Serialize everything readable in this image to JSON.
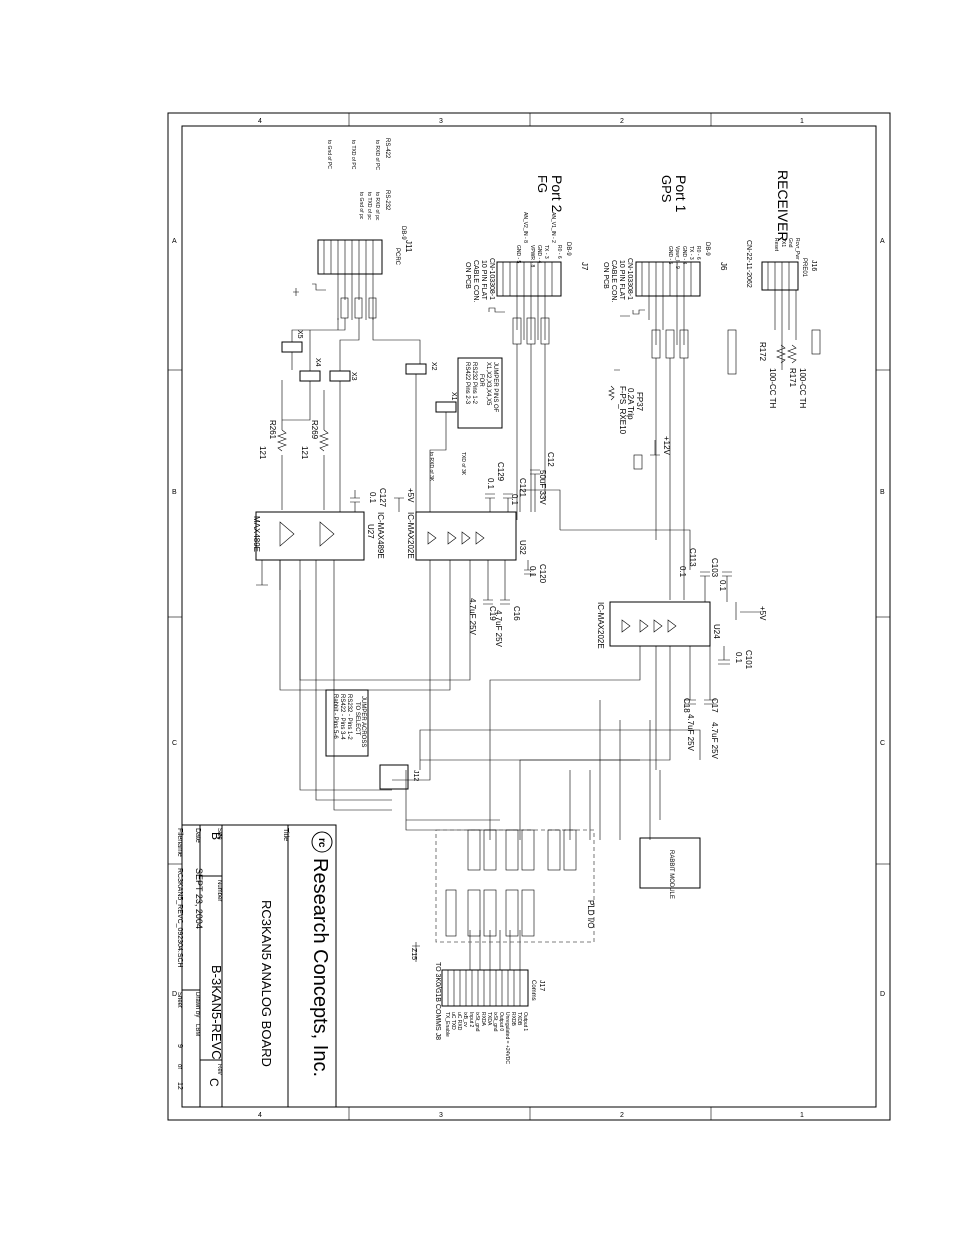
{
  "zones": {
    "rows": [
      "4",
      "3",
      "2",
      "1"
    ],
    "cols": [
      "A",
      "B",
      "C",
      "D"
    ]
  },
  "receiver": {
    "title": "RECEIVER",
    "connector": "J16",
    "part": "CN-22-11-2062",
    "pre": "PRE01",
    "pins": [
      "Rcvr_Pwr",
      "Gnd",
      "TX1",
      "Reset"
    ],
    "r1": "R171",
    "r1v": "100-CC TH",
    "r2": "R172",
    "r2v": "100-CC TH"
  },
  "port1": {
    "title": "Port 1",
    "sub": "GPS",
    "connector": "J6",
    "db": "DB-9",
    "pins": [
      "R0 - 6",
      "TX - 3",
      "GND - 4",
      "Vpwr_I - 9",
      "GND - 5"
    ],
    "desc": [
      "CN-103308-1",
      "10 PIN FLAT",
      "CABLE CON.",
      "ON PCB"
    ]
  },
  "port2": {
    "title": "Port 2",
    "sub": "FG",
    "connector": "J7",
    "db": "DB-9",
    "pins": [
      "R0 - 6",
      "AN_V1_IN - 2",
      "TX - 3",
      "GND - 4",
      "VPWR - 8",
      "AN_V2_IN - 8",
      "GND - 5"
    ],
    "desc": [
      "CN-103308-1",
      "10 PIN FLAT",
      "CABLE CON.",
      "ON PCB"
    ]
  },
  "pcrc": {
    "connector": "J11",
    "part": "PCRC",
    "db": "DB-9",
    "rs232": "RS-232",
    "rs422": "RS-422",
    "notes": [
      "to RXD of pc",
      "to TXD of pc",
      "to Gnd of pc"
    ],
    "notes422": [
      "to RXD of PC",
      "to TXD of PC",
      "to Gnd of PC"
    ]
  },
  "fuse": {
    "ref": "F-PS_RXE10",
    "part": "FP37",
    "value": "0.2A Trip",
    "rail": "+12V"
  },
  "jumper_note": {
    "lines": [
      "JUMPER PINS OF",
      "X1,X2,X3,X4,X5",
      "FOR",
      "RS232 Pins 1-2",
      "RS422 Pins 2-3"
    ]
  },
  "jumper_note2": {
    "lines": [
      "JUMPER ACROSS",
      "TO SELECT",
      "RS232 - Pins 1-2",
      "RS422 - Pins 3-4",
      "Rabbit - Pins 5-6"
    ]
  },
  "jumpers": [
    "X1",
    "X2",
    "X3",
    "X4",
    "X5",
    "J12"
  ],
  "parts": {
    "u27": {
      "ref": "U27",
      "part": "IC-MAX489E",
      "label": "MAX489E"
    },
    "u32": {
      "ref": "U32",
      "part": "IC-MAX202E"
    },
    "u24": {
      "ref": "U24",
      "part": "IC-MAX202E"
    },
    "r261": {
      "ref": "R261",
      "value": "121"
    },
    "r269": {
      "ref": "R269",
      "value": "121"
    },
    "c127": {
      "ref": "C127",
      "value": "0.1"
    },
    "c129": {
      "ref": "C129",
      "value": "0.1"
    },
    "c121": {
      "ref": "C121",
      "value": "0.1"
    },
    "c12": {
      "ref": "C12",
      "value": "50uF 33V"
    },
    "c120": {
      "ref": "C120",
      "value": "0.1"
    },
    "c19": {
      "ref": "C19",
      "value": "4.7uF 25V"
    },
    "c16": {
      "ref": "C16",
      "value": "4.7uF 25V"
    },
    "c113": {
      "ref": "C113",
      "value": "0.1"
    },
    "c103": {
      "ref": "C103",
      "value": "0.1"
    },
    "c101": {
      "ref": "C101",
      "value": "0.1"
    },
    "c18": {
      "ref": "C18",
      "value": "4.7uF 25V"
    },
    "c17": {
      "ref": "C17",
      "value": "4.7uF 25V"
    },
    "z15": {
      "ref": "Z15"
    }
  },
  "rails": {
    "p5": "+5V",
    "p12": "+12V"
  },
  "rabbit": {
    "label": "RABBIT MODULE"
  },
  "pld": {
    "label": "PLD I/O"
  },
  "j17": {
    "ref": "J17",
    "name": "Comms",
    "pins": [
      "Output 1",
      "TXDB",
      "RXDB",
      "Unregulated = +24VDC",
      "Output 0",
      "ixSt_gnd",
      "TXDA",
      "RXDA",
      "ixSt_gnd",
      "Input 2",
      "ixB_cv",
      "uC RXD",
      "uC TXD",
      "TX_Enable"
    ],
    "note": "TO 3K0/G1B COMMS J8"
  },
  "title_block": {
    "company": "Research Concepts, Inc.",
    "title_label": "Title",
    "title": "RC3KAN5 ANALOG BOARD",
    "size_label": "Size",
    "size": "B",
    "number_label": "Number",
    "number": "B-3KAN5-REVC",
    "rev_label": "Rev",
    "rev": "C",
    "date_label": "Date",
    "date": "SEPT 23, 2004",
    "drawn_label": "Drawn by",
    "drawn": "LBM",
    "file_label": "Filename",
    "file": "RC3KAN5_REVC_092304.SCH",
    "sheet_label": "Sheet",
    "sheet": "9",
    "of_label": "of",
    "of": "12"
  },
  "notes": {
    "to_rxd_3k": "to RXD of 3K",
    "txd_3k": "TXD of 3K"
  }
}
